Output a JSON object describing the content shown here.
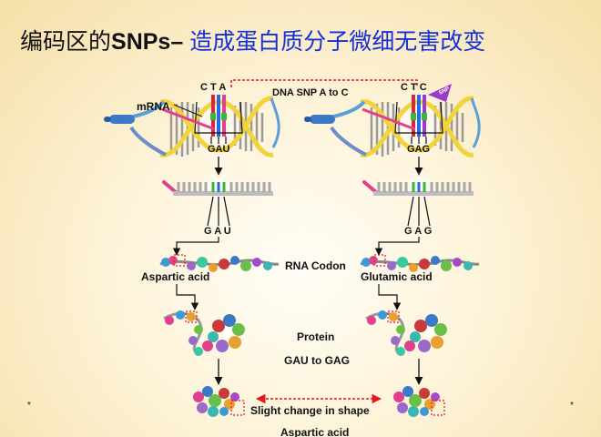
{
  "title": {
    "part1": "编码区的",
    "part2": "SNPs–",
    "part3": "造成蛋白质分子微细无害改变"
  },
  "labels": {
    "mrna": "mRNA",
    "dna_snp": "DNA SNP A to C",
    "left_top_bases": "C T A",
    "right_top_bases": "C T C",
    "left_helix_codon": "GAU",
    "right_helix_codon": "GAG",
    "left_codon": "G A U",
    "right_codon": "G A G",
    "rna_codon": "RNA Codon",
    "left_amino": "Aspartic acid",
    "right_amino": "Glutamic acid",
    "protein": "Protein",
    "gau_to_gag": "GAU to GAG",
    "slight_change": "Slight  change in shape",
    "bottom_amino": "Aspartic acid",
    "snp_tag": "SNP",
    "star_left": "*",
    "star_right": "*"
  },
  "colors": {
    "title_blue": "#1530d8",
    "red_line": "#e8141e",
    "mrna_pink": "#e0408c",
    "helix_yellow": "#f2d33c",
    "snp_purple": "#9b3cc8"
  }
}
